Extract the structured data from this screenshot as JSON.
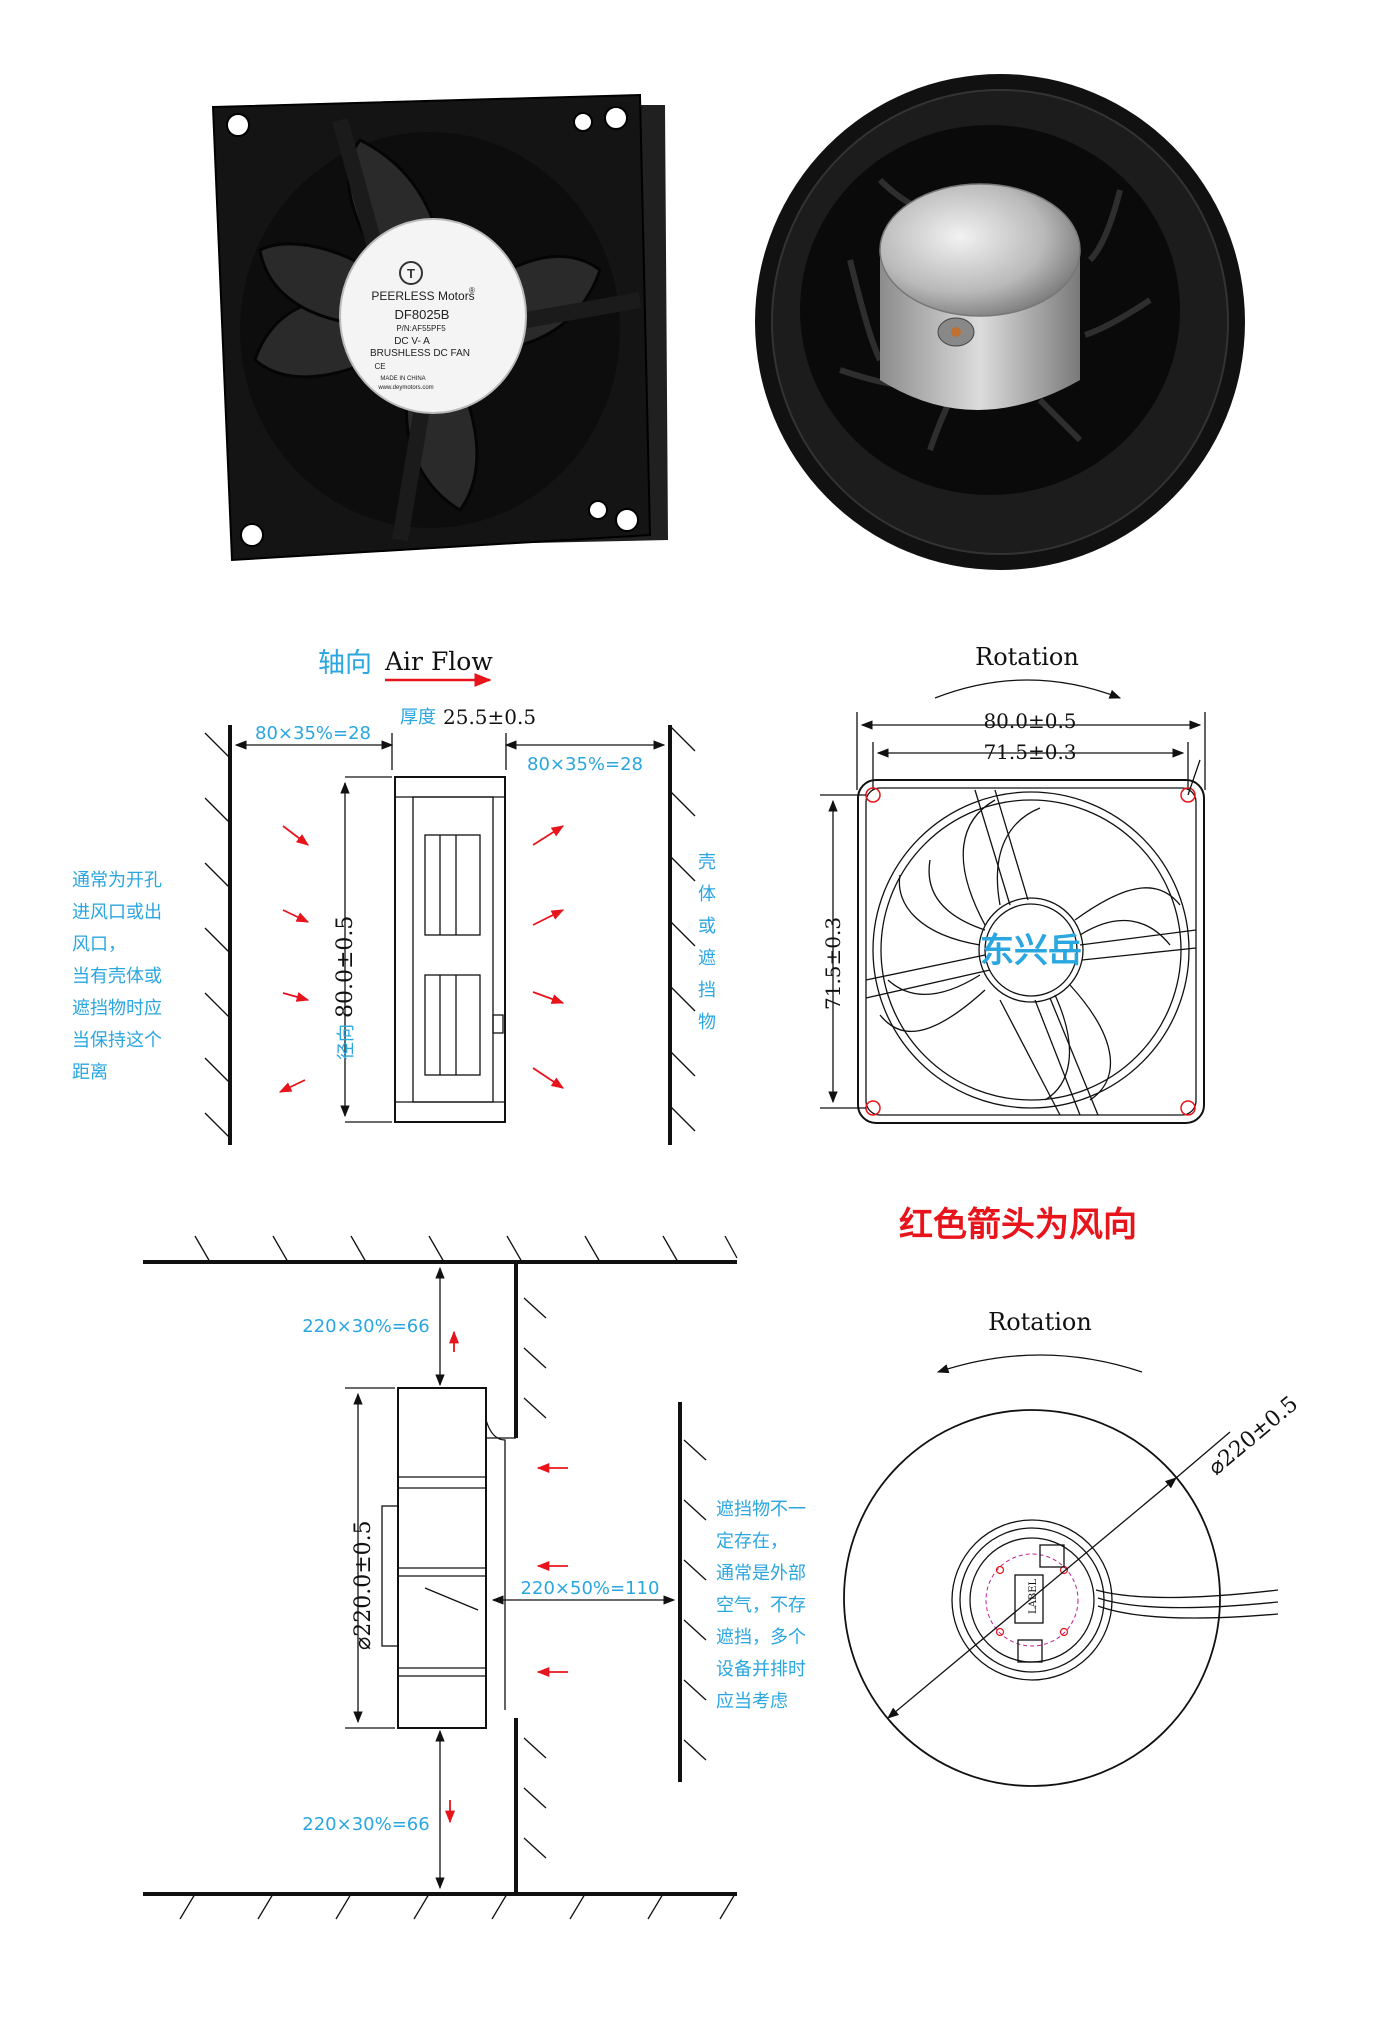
{
  "photo_axial": {
    "brand": "PEERLESS Motors",
    "registered": "®",
    "model": "DF8025B",
    "part_no": "P/N:AF55PF5",
    "dc_line": "DC    V-    A",
    "type_line": "BRUSHLESS DC FAN",
    "ce": "CE",
    "made_in": "MADE IN CHINA",
    "website": "www.deymotors.com",
    "logo_letter": "T"
  },
  "axial_side": {
    "title_cn": "轴向",
    "title_en": "Air Flow",
    "thickness_label": "厚度",
    "thickness_value": "25.5±0.5",
    "gap_left": "80×35%=28",
    "gap_right": "80×35%=28",
    "radial_label": "径向",
    "radial_value": "80.0±0.5",
    "left_note": [
      "通常为开孔",
      "进风口或出",
      "风口，",
      "当有壳体或",
      "遮挡物时应",
      "当保持这个",
      "距离"
    ],
    "right_note": [
      "壳",
      "体",
      "或",
      "遮",
      "挡",
      "物"
    ]
  },
  "axial_front": {
    "rotation": "Rotation",
    "dim_outer": "80.0±0.5",
    "dim_hole": "71.5±0.3",
    "dim_vertical": "71.5±0.3",
    "watermark": "东兴岳"
  },
  "legend": {
    "text": "红色箭头为风向",
    "arrow_color": "#e8141c"
  },
  "centrifugal_side": {
    "gap_top": "220×30%=66",
    "gap_bottom": "220×30%=66",
    "gap_right": "220×50%=110",
    "diameter": "⌀220.0±0.5",
    "note": [
      "遮挡物不一",
      "定存在，",
      "通常是外部",
      "空气，不存",
      "遮挡，多个",
      "设备并排时",
      "应当考虑"
    ]
  },
  "centrifugal_front": {
    "rotation": "Rotation",
    "diameter": "⌀220±0.5",
    "label": "LABEL"
  },
  "colors": {
    "annotation_blue": "#2aa6e0",
    "arrow_red": "#e8141c",
    "fan_black": "#1a1a1a"
  }
}
